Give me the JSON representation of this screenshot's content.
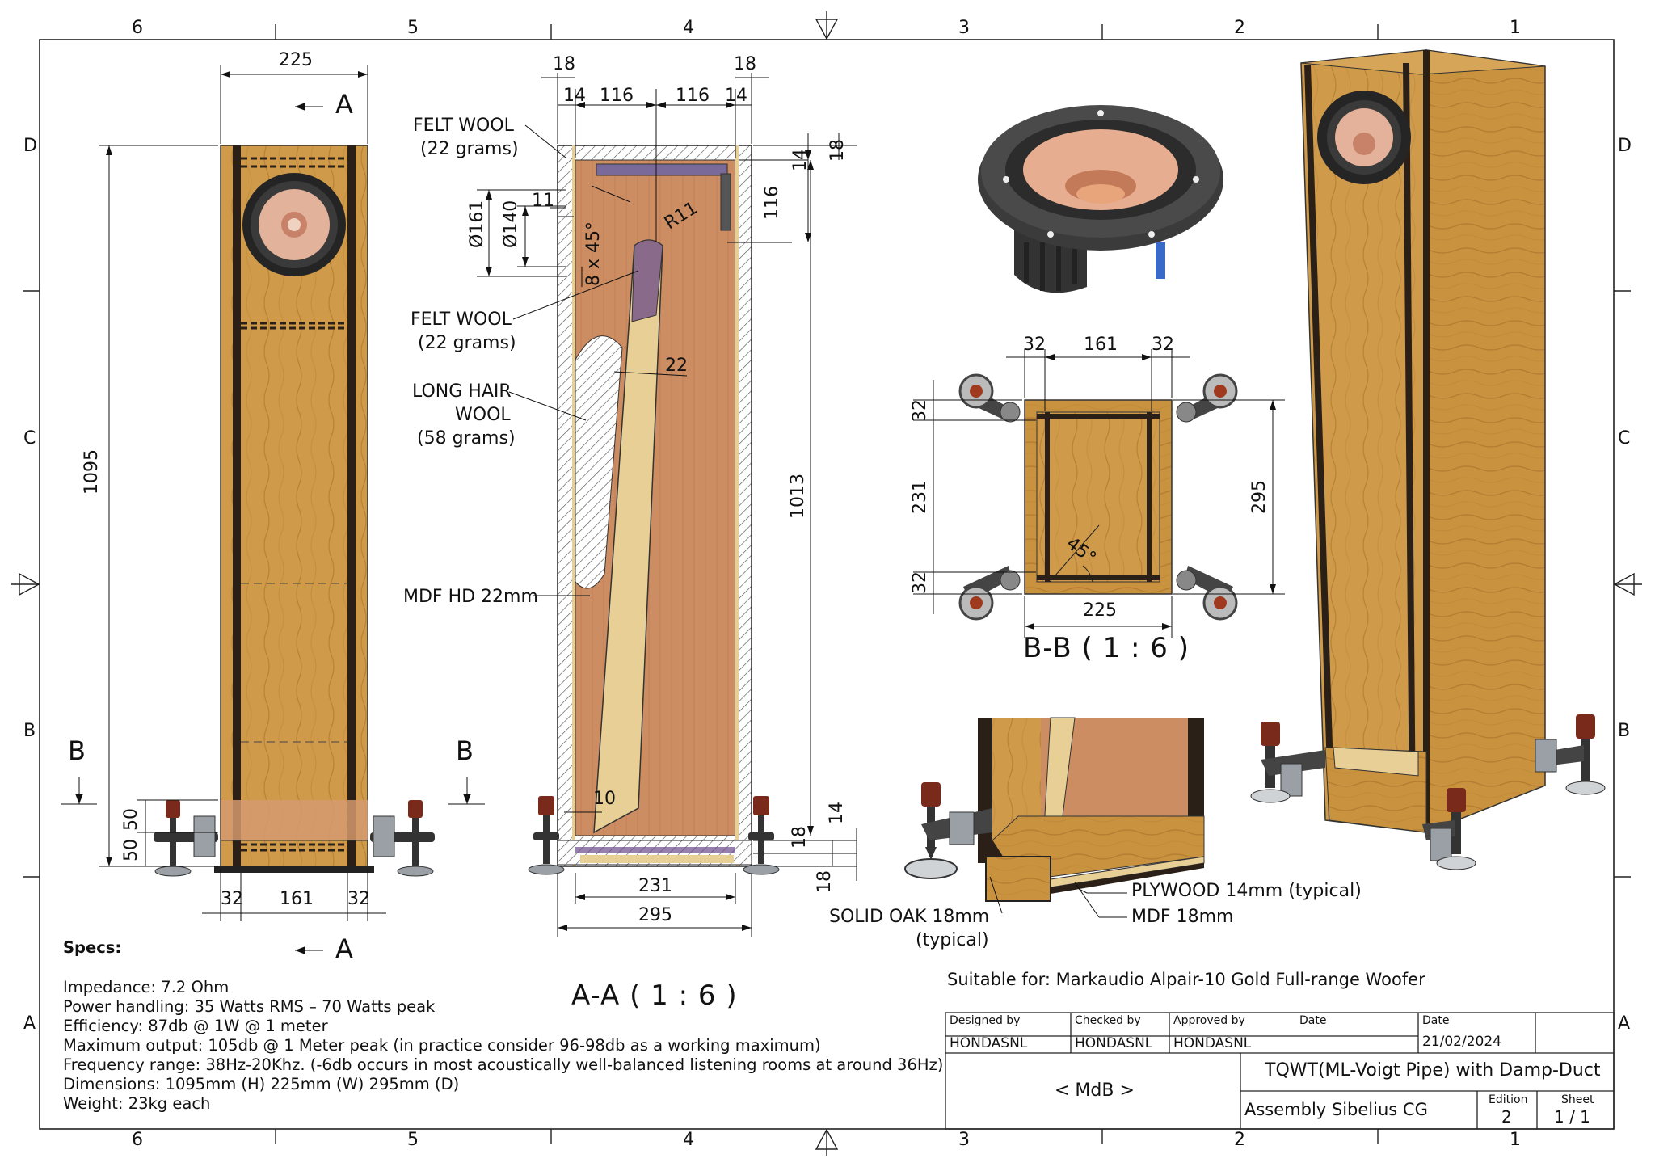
{
  "frame": {
    "cols_top": [
      "6",
      "5",
      "4",
      "3",
      "2",
      "1"
    ],
    "cols_bottom": [
      "6",
      "5",
      "4",
      "3",
      "2",
      "1"
    ],
    "rows_left": [
      "D",
      "C",
      "B",
      "A"
    ],
    "rows_right": [
      "D",
      "C",
      "B",
      "A"
    ]
  },
  "front_view": {
    "width": "225",
    "height": "1095",
    "foot_a": "50",
    "foot_b": "50",
    "bottom_dims": [
      "32",
      "161",
      "32"
    ],
    "section_marker": "A",
    "section_marker_b": "B"
  },
  "section_aa": {
    "title": "A-A ( 1 : 6 )",
    "top_dims": [
      "18",
      "14",
      "116",
      "116",
      "14",
      "18"
    ],
    "side_dims": [
      "18",
      "14",
      "116"
    ],
    "height": "1013",
    "bottom_right": [
      "14",
      "18",
      "18"
    ],
    "bottom_dims": [
      "231",
      "295"
    ],
    "inner": {
      "d161": "Ø161",
      "d140": "Ø140",
      "d11": "11",
      "chamfer": "8 x 45°",
      "radius": "R11",
      "panel": "22",
      "gap": "10"
    },
    "labels": {
      "felt_top": [
        "FELT WOOL",
        "(22 grams)"
      ],
      "felt_mid": [
        "FELT WOOL",
        "(22 grams)"
      ],
      "long_hair": [
        "LONG HAIR",
        "WOOL",
        "(58 grams)"
      ],
      "mdf": "MDF HD 22mm"
    }
  },
  "section_bb": {
    "title": "B-B ( 1 : 6 )",
    "top_dims": [
      "32",
      "161",
      "32"
    ],
    "left_dims": [
      "32",
      "231",
      "32"
    ],
    "right_dim": "295",
    "bottom_dim": "225",
    "angle": "45°"
  },
  "detail_labels": {
    "plywood": "PLYWOOD 14mm (typical)",
    "mdf": "MDF 18mm",
    "oak": [
      "SOLID OAK 18mm",
      "(typical)"
    ]
  },
  "specs": {
    "heading": "Specs:",
    "lines": [
      "Impedance: 7.2 Ohm",
      "Power handling: 35 Watts RMS – 70 Watts peak",
      "Efficiency: 87db @ 1W @ 1 meter",
      "Maximum output: 105db @ 1 Meter peak (in practice consider 96-98db as a working maximum)",
      "Frequency range: 38Hz-20Khz. (-6db occurs in most acoustically well-balanced listening rooms at around 36Hz)",
      "Dimensions: 1095mm (H) 225mm (W) 295mm (D)",
      "Weight: 23kg each"
    ]
  },
  "suitable": "Suitable for: Markaudio Alpair-10 Gold Full-range Woofer",
  "title_block": {
    "designed_by_label": "Designed by",
    "designed_by": "HONDASNL",
    "checked_by_label": "Checked by",
    "checked_by": "HONDASNL",
    "approved_by_label": "Approved by",
    "approved_by": "HONDASNL",
    "date_label_1": "Date",
    "date_label_2": "Date",
    "date": "21/02/2024",
    "company": "< MdB >",
    "title": "TQWT(ML-Voigt Pipe) with Damp-Duct",
    "subtitle": "Assembly Sibelius CG",
    "edition_label": "Edition",
    "edition": "2",
    "sheet_label": "Sheet",
    "sheet": "1 / 1"
  },
  "colors": {
    "oak": "#c8923f",
    "oak_dark": "#8e5a1e",
    "interior": "#c98a5e",
    "mdf": "#e8cf96",
    "driver": "#2e2e2e",
    "cone": "#e0a98a",
    "steel": "#9aa0a6",
    "knob": "#7a2a1a"
  }
}
